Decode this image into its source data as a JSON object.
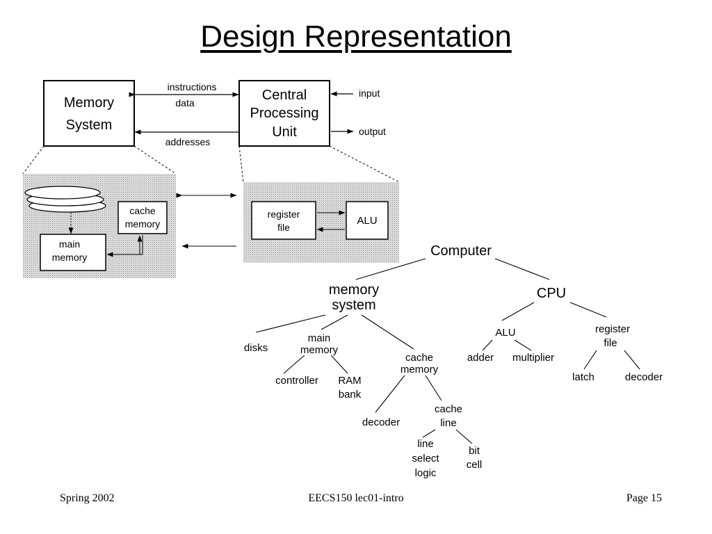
{
  "title": "Design Representation",
  "block_diagram": {
    "memory_system": [
      "Memory",
      "System"
    ],
    "cpu": [
      "Central",
      "Processing",
      "Unit"
    ],
    "instructions": "instructions",
    "data": "data",
    "addresses": "addresses",
    "input": "input",
    "output": "output"
  },
  "memory_detail": {
    "cache_memory": [
      "cache",
      "memory"
    ],
    "main_memory": [
      "main",
      "memory"
    ]
  },
  "cpu_detail": {
    "register_file": [
      "register",
      "file"
    ],
    "alu": "ALU"
  },
  "tree": {
    "computer": "Computer",
    "memory_system": [
      "memory",
      "system"
    ],
    "cpu": "CPU",
    "disks": "disks",
    "main_memory": [
      "main",
      "memory"
    ],
    "cache_memory": [
      "cache",
      "memory"
    ],
    "controller": "controller",
    "ram_bank": [
      "RAM",
      "bank"
    ],
    "decoder_mem": "decoder",
    "cache_line": [
      "cache",
      "line"
    ],
    "line_select_logic": [
      "line",
      "select",
      "logic"
    ],
    "bit_cell": [
      "bit",
      "cell"
    ],
    "alu": "ALU",
    "register_file": [
      "register",
      "file"
    ],
    "adder": "adder",
    "multiplier": "multiplier",
    "latch": "latch",
    "decoder_cpu": "decoder"
  },
  "footer": {
    "left": "Spring 2002",
    "center": "EECS150 lec01-intro",
    "right": "Page 15"
  }
}
